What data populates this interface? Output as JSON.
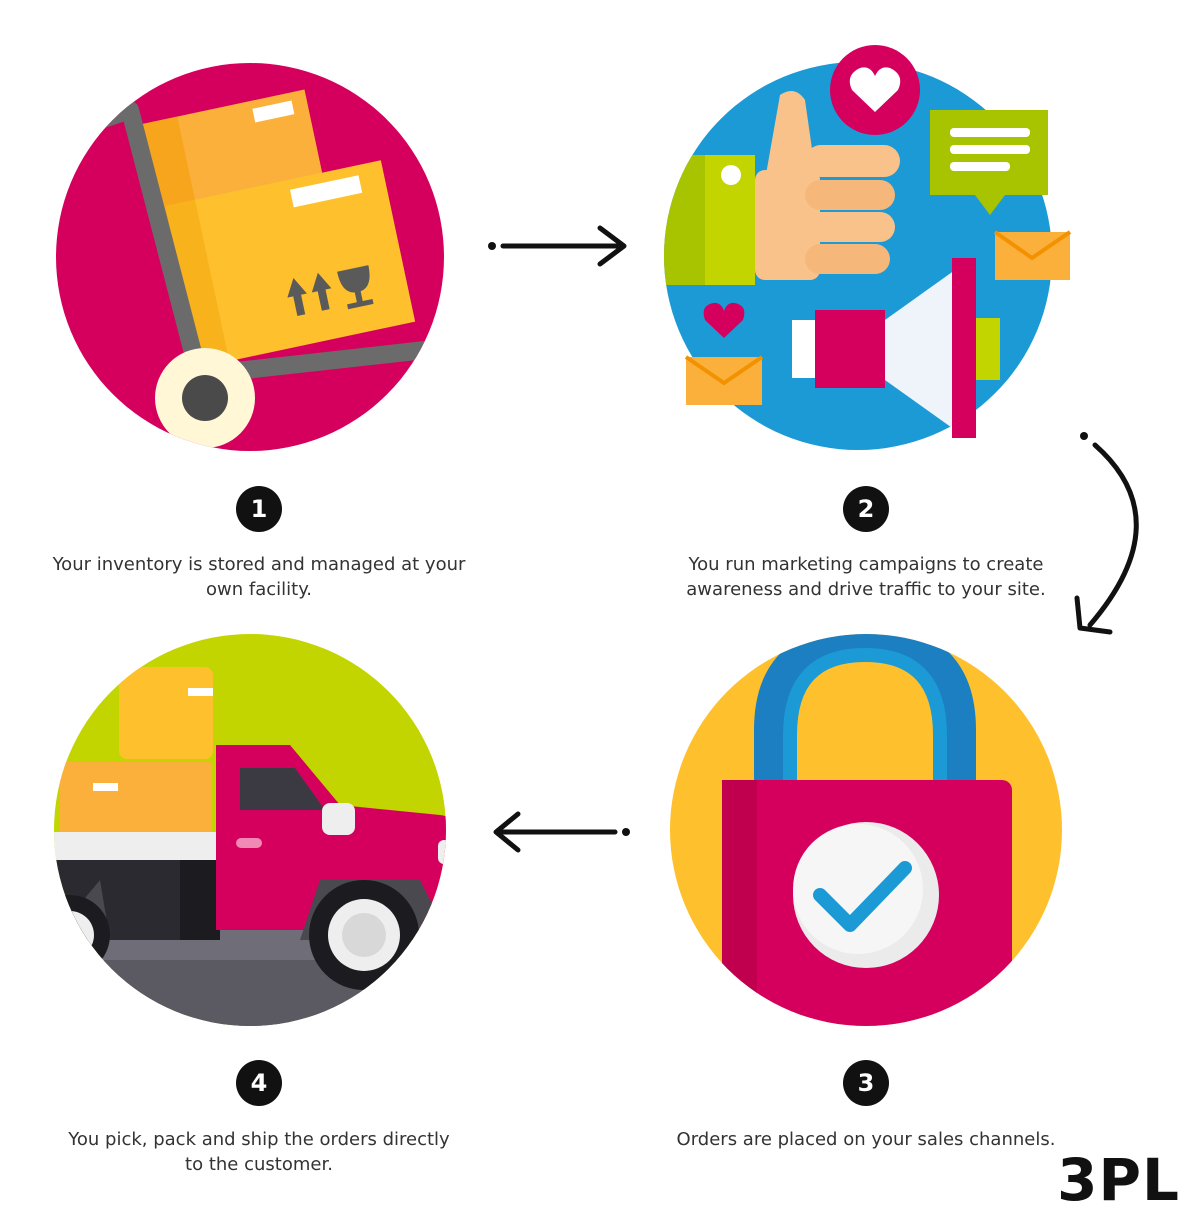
{
  "brand": "3PL",
  "colors": {
    "magenta": "#d5005e",
    "blue": "#1b9ad6",
    "yellow": "#fec12d",
    "lime": "#c2d500",
    "orange": "#fbb03b",
    "dark": "#111111"
  },
  "steps": [
    {
      "number": "1",
      "icon": "hand-truck-boxes-icon",
      "caption": "Your inventory is stored and managed at your own facility."
    },
    {
      "number": "2",
      "icon": "marketing-campaign-icon",
      "caption": "You run marketing campaigns to create awareness and drive traffic to your site."
    },
    {
      "number": "3",
      "icon": "shopping-bag-checkmark-icon",
      "caption": "Orders are placed on your sales channels."
    },
    {
      "number": "4",
      "icon": "delivery-truck-icon",
      "caption": "You pick, pack and ship the orders directly to the customer."
    }
  ]
}
